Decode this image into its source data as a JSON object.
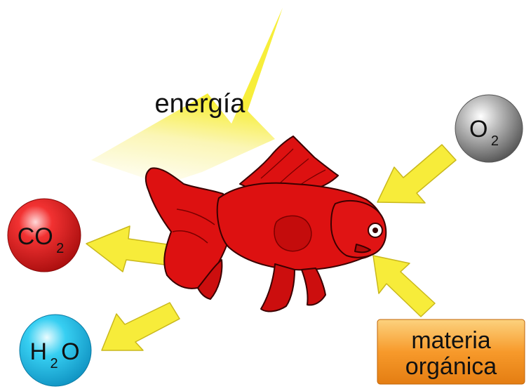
{
  "diagram": {
    "energy": {
      "label": "energía",
      "color": "#f7ee3a"
    },
    "oxygen": {
      "symbol": "O",
      "subscript": "2",
      "color": "#8a8a8a"
    },
    "carbon_dioxide": {
      "symbol": "CO",
      "subscript": "2",
      "color": "#e41c1c"
    },
    "water": {
      "symbol_h": "H",
      "subscript": "2",
      "symbol_o": "O",
      "color": "#33c8ef"
    },
    "organic_matter": {
      "line1": "materia",
      "line2": "orgánica",
      "color": "#f79a2b"
    },
    "fish": {
      "icon": "goldfish-icon",
      "color": "#dd1111"
    },
    "arrow_color": "#f7ec3a"
  }
}
